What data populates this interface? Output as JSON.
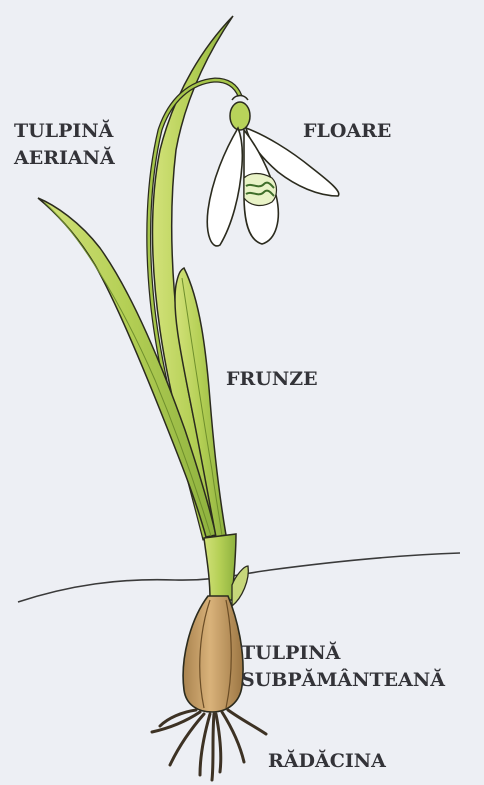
{
  "labels": {
    "tulpina_aeriana": [
      "TULPINĂ",
      "AERIANĂ"
    ],
    "floare": "FLOARE",
    "frunze": "FRUNZE",
    "tulpina_subpamanteana": [
      "TULPINĂ",
      "SUBPĂMÂNTEANĂ"
    ],
    "radacina": "RĂDĂCINA"
  },
  "colors": {
    "leaf_fill": "#b9d35c",
    "leaf_dark": "#7fa23a",
    "outline": "#2b2b1e",
    "petal": "#ffffff",
    "bulb": "#c9a06a",
    "soil_line": "#3a3a3a",
    "background": "#edeff4"
  }
}
